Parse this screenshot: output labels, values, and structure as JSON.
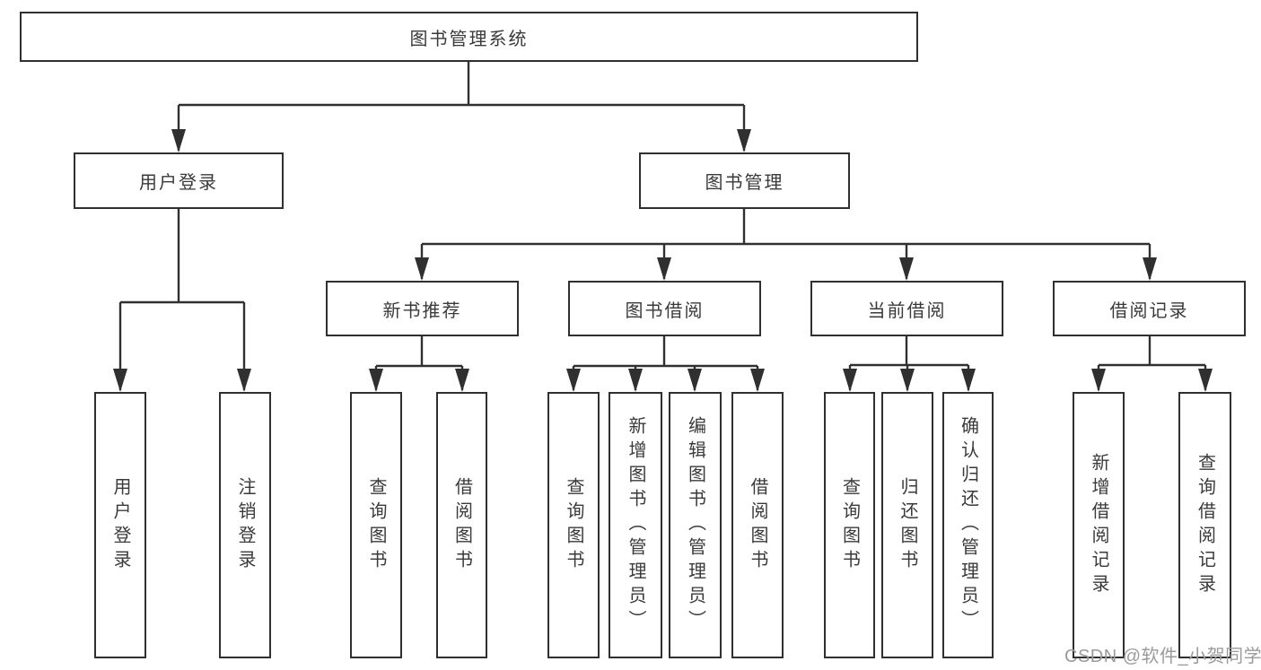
{
  "tree": {
    "root": {
      "label": "图书管理系统"
    },
    "branches": [
      {
        "label": "用户登录",
        "children": [
          {
            "label": "用户登录"
          },
          {
            "label": "注销登录"
          }
        ]
      },
      {
        "label": "图书管理",
        "children": [
          {
            "label": "新书推荐",
            "children": [
              {
                "label": "查询图书"
              },
              {
                "label": "借阅图书"
              }
            ]
          },
          {
            "label": "图书借阅",
            "children": [
              {
                "label": "查询图书"
              },
              {
                "label": "新增图书（管理员）"
              },
              {
                "label": "编辑图书（管理员）"
              },
              {
                "label": "借阅图书"
              }
            ]
          },
          {
            "label": "当前借阅",
            "children": [
              {
                "label": "查询图书"
              },
              {
                "label": "归还图书"
              },
              {
                "label": "确认归还（管理员）"
              }
            ]
          },
          {
            "label": "借阅记录",
            "children": [
              {
                "label": "新增借阅记录"
              },
              {
                "label": "查询借阅记录"
              }
            ]
          }
        ]
      }
    ]
  },
  "watermark": "CSDN @软件_小贺同学",
  "colors": {
    "line": "#303030",
    "box_border": "#303030",
    "text": "#3a3a3a",
    "watermark": "#9b9b9b",
    "background": "#ffffff"
  }
}
